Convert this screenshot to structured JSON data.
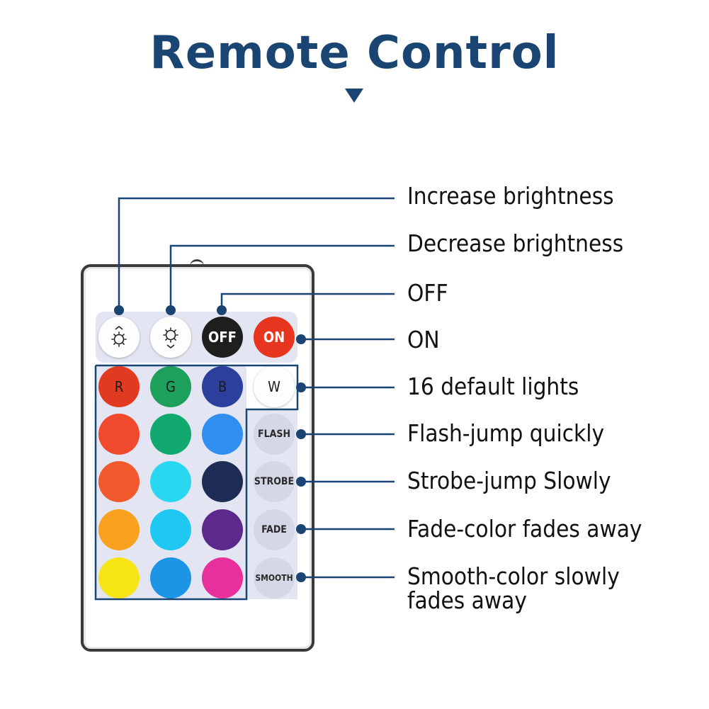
{
  "title": "Remote Control",
  "colors": {
    "title": "#1a4572",
    "leader": "#1a4572",
    "panel": "#e3e6f2",
    "off_button": "#1e1e1e",
    "on_button": "#e8351f"
  },
  "buttons": {
    "brightness_up_icon": "brightness-increase-icon",
    "brightness_down_icon": "brightness-decrease-icon",
    "off": "OFF",
    "on": "ON",
    "r": "R",
    "g": "G",
    "b": "B",
    "w": "W",
    "flash": "FLASH",
    "strobe": "STROBE",
    "fade": "FADE",
    "smooth": "SMOOTH"
  },
  "color_buttons": [
    [
      "#e23a20",
      "#1ca05c",
      "#2c3f9c"
    ],
    [
      "#f0492d",
      "#11a96f",
      "#2f8ef0"
    ],
    [
      "#f25a2e",
      "#2ad7f0",
      "#1e2b55"
    ],
    [
      "#f7a11e",
      "#1fc8f2",
      "#5b2a8c"
    ],
    [
      "#f6e415",
      "#1c95e4",
      "#e8309c"
    ]
  ],
  "captions": {
    "increase": "Increase brightness",
    "decrease": "Decrease brightness",
    "off": "OFF",
    "on": "ON",
    "default_lights": "16 default lights",
    "flash": "Flash-jump quickly",
    "strobe": "Strobe-jump Slowly",
    "fade": "Fade-color fades away",
    "smooth_line1": "Smooth-color slowly",
    "smooth_line2": "fades away"
  }
}
